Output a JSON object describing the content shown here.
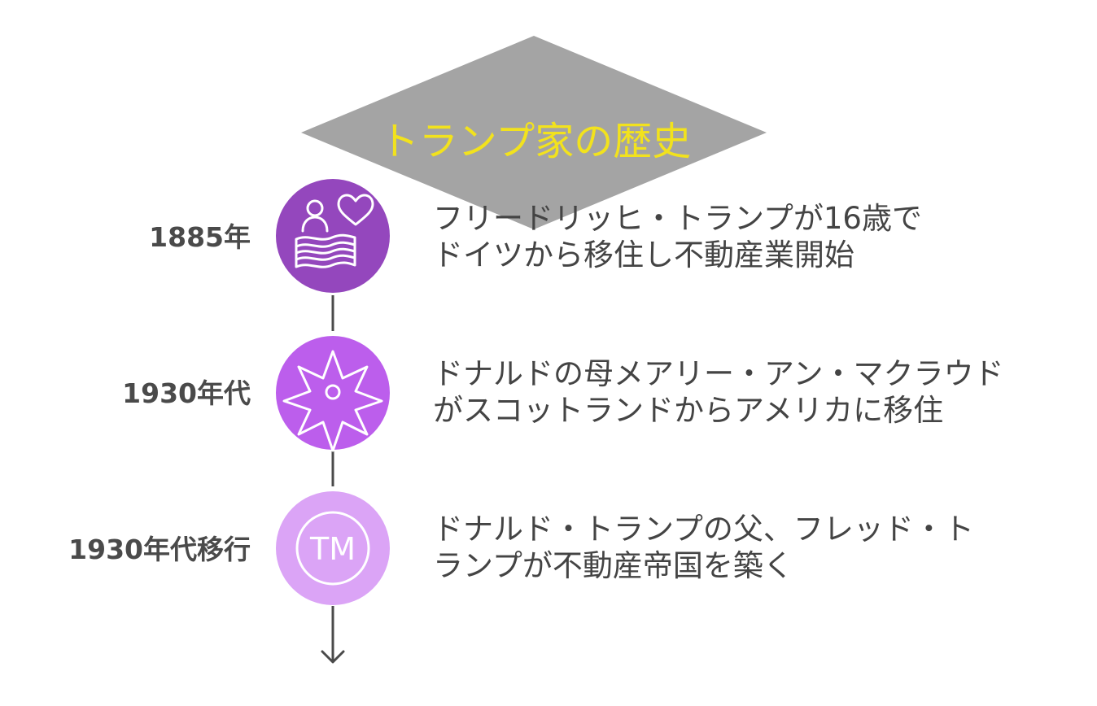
{
  "title": "トランプ家の歴史",
  "events": [
    {
      "year": "1885年",
      "desc_lines": [
        "フリードリッヒ・トランプが16歳で",
        "ドイツから移住し不動産業開始"
      ],
      "icon": "immigrant-flag-heart-icon",
      "color": "#9447bd"
    },
    {
      "year": "1930年代",
      "desc_lines": [
        "ドナルドの母メアリー・アン・マクラウド",
        "がスコットランドからアメリカに移住"
      ],
      "icon": "compass-star-icon",
      "color": "#bc5eec"
    },
    {
      "year": "1930年代移行",
      "desc_lines": [
        "ドナルド・トランプの父、フレッド・ト",
        "ランプが不動産帝国を築く"
      ],
      "icon": "trademark-icon",
      "icon_text": "TM",
      "color": "#dba4f6"
    }
  ],
  "colors": {
    "diamond": "#a4a4a4",
    "title_text": "#f2e21d",
    "connector": "#4a4a4a"
  }
}
